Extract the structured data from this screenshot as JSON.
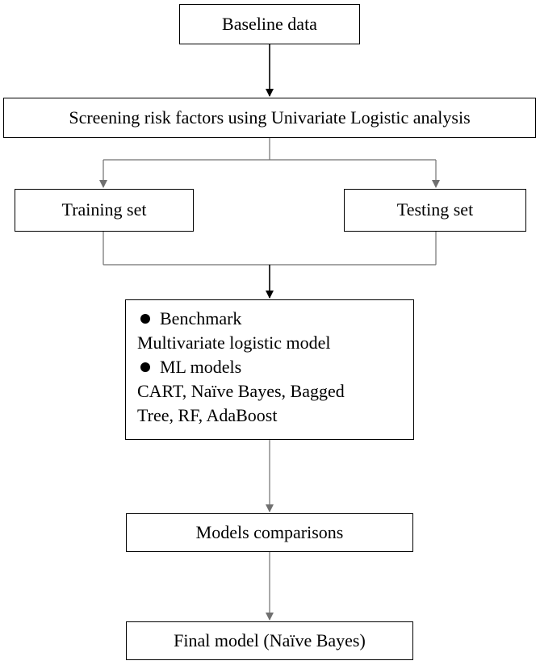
{
  "diagram": {
    "nodes": {
      "baseline": {
        "label": "Baseline data"
      },
      "screening": {
        "label": "Screening risk factors using Univariate Logistic analysis"
      },
      "training": {
        "label": "Training set"
      },
      "testing": {
        "label": "Testing set"
      },
      "models": {
        "lines": [
          {
            "bullet": true,
            "text": "Benchmark"
          },
          {
            "bullet": false,
            "text": "Multivariate logistic model"
          },
          {
            "bullet": true,
            "text": "ML models"
          },
          {
            "bullet": false,
            "text": "CART, Naïve Bayes, Bagged"
          },
          {
            "bullet": false,
            "text": "Tree, RF, AdaBoost"
          }
        ]
      },
      "comparison": {
        "label": "Models comparisons"
      },
      "final": {
        "label": "Final model (Naïve Bayes)"
      }
    },
    "edges": [
      {
        "from": "baseline",
        "to": "screening"
      },
      {
        "from": "screening",
        "to": "training"
      },
      {
        "from": "screening",
        "to": "testing"
      },
      {
        "from": "training",
        "to": "models"
      },
      {
        "from": "testing",
        "to": "models"
      },
      {
        "from": "models",
        "to": "comparison"
      },
      {
        "from": "comparison",
        "to": "final"
      }
    ],
    "colors": {
      "line_primary": "#000000",
      "line_secondary": "#707070"
    }
  }
}
